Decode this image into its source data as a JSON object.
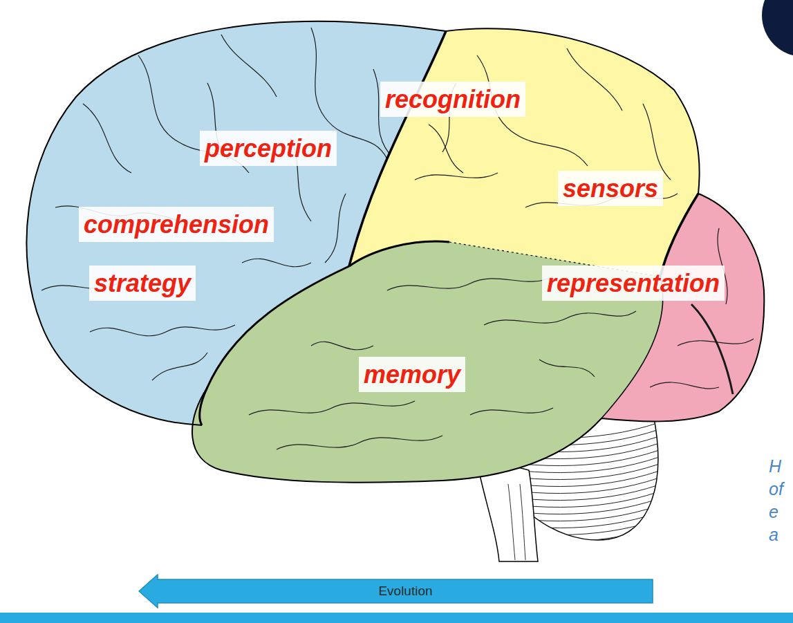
{
  "diagram": {
    "nodes": [
      {
        "text": [
          "Evolution"
        ]
      }
    ],
    "labels": [
      "recognition",
      "perception",
      "sensors",
      "comprehension",
      "strategy",
      "representation",
      "memory",
      "H",
      "of",
      "e",
      "a"
    ]
  }
}
